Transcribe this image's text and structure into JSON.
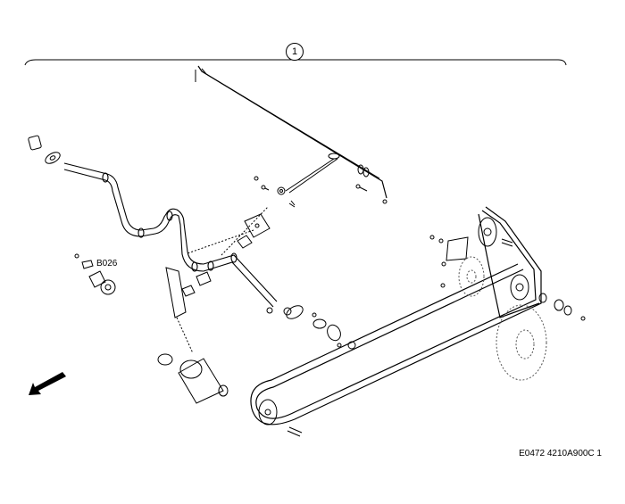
{
  "callout": {
    "number": "1"
  },
  "reference_label": "B026",
  "figure_id": "E0472 4210A900C 1",
  "colors": {
    "line": "#000000",
    "background": "#ffffff",
    "dashed_part": "#555555"
  },
  "icons": {
    "direction_arrow": "arrow-down-left-icon"
  }
}
